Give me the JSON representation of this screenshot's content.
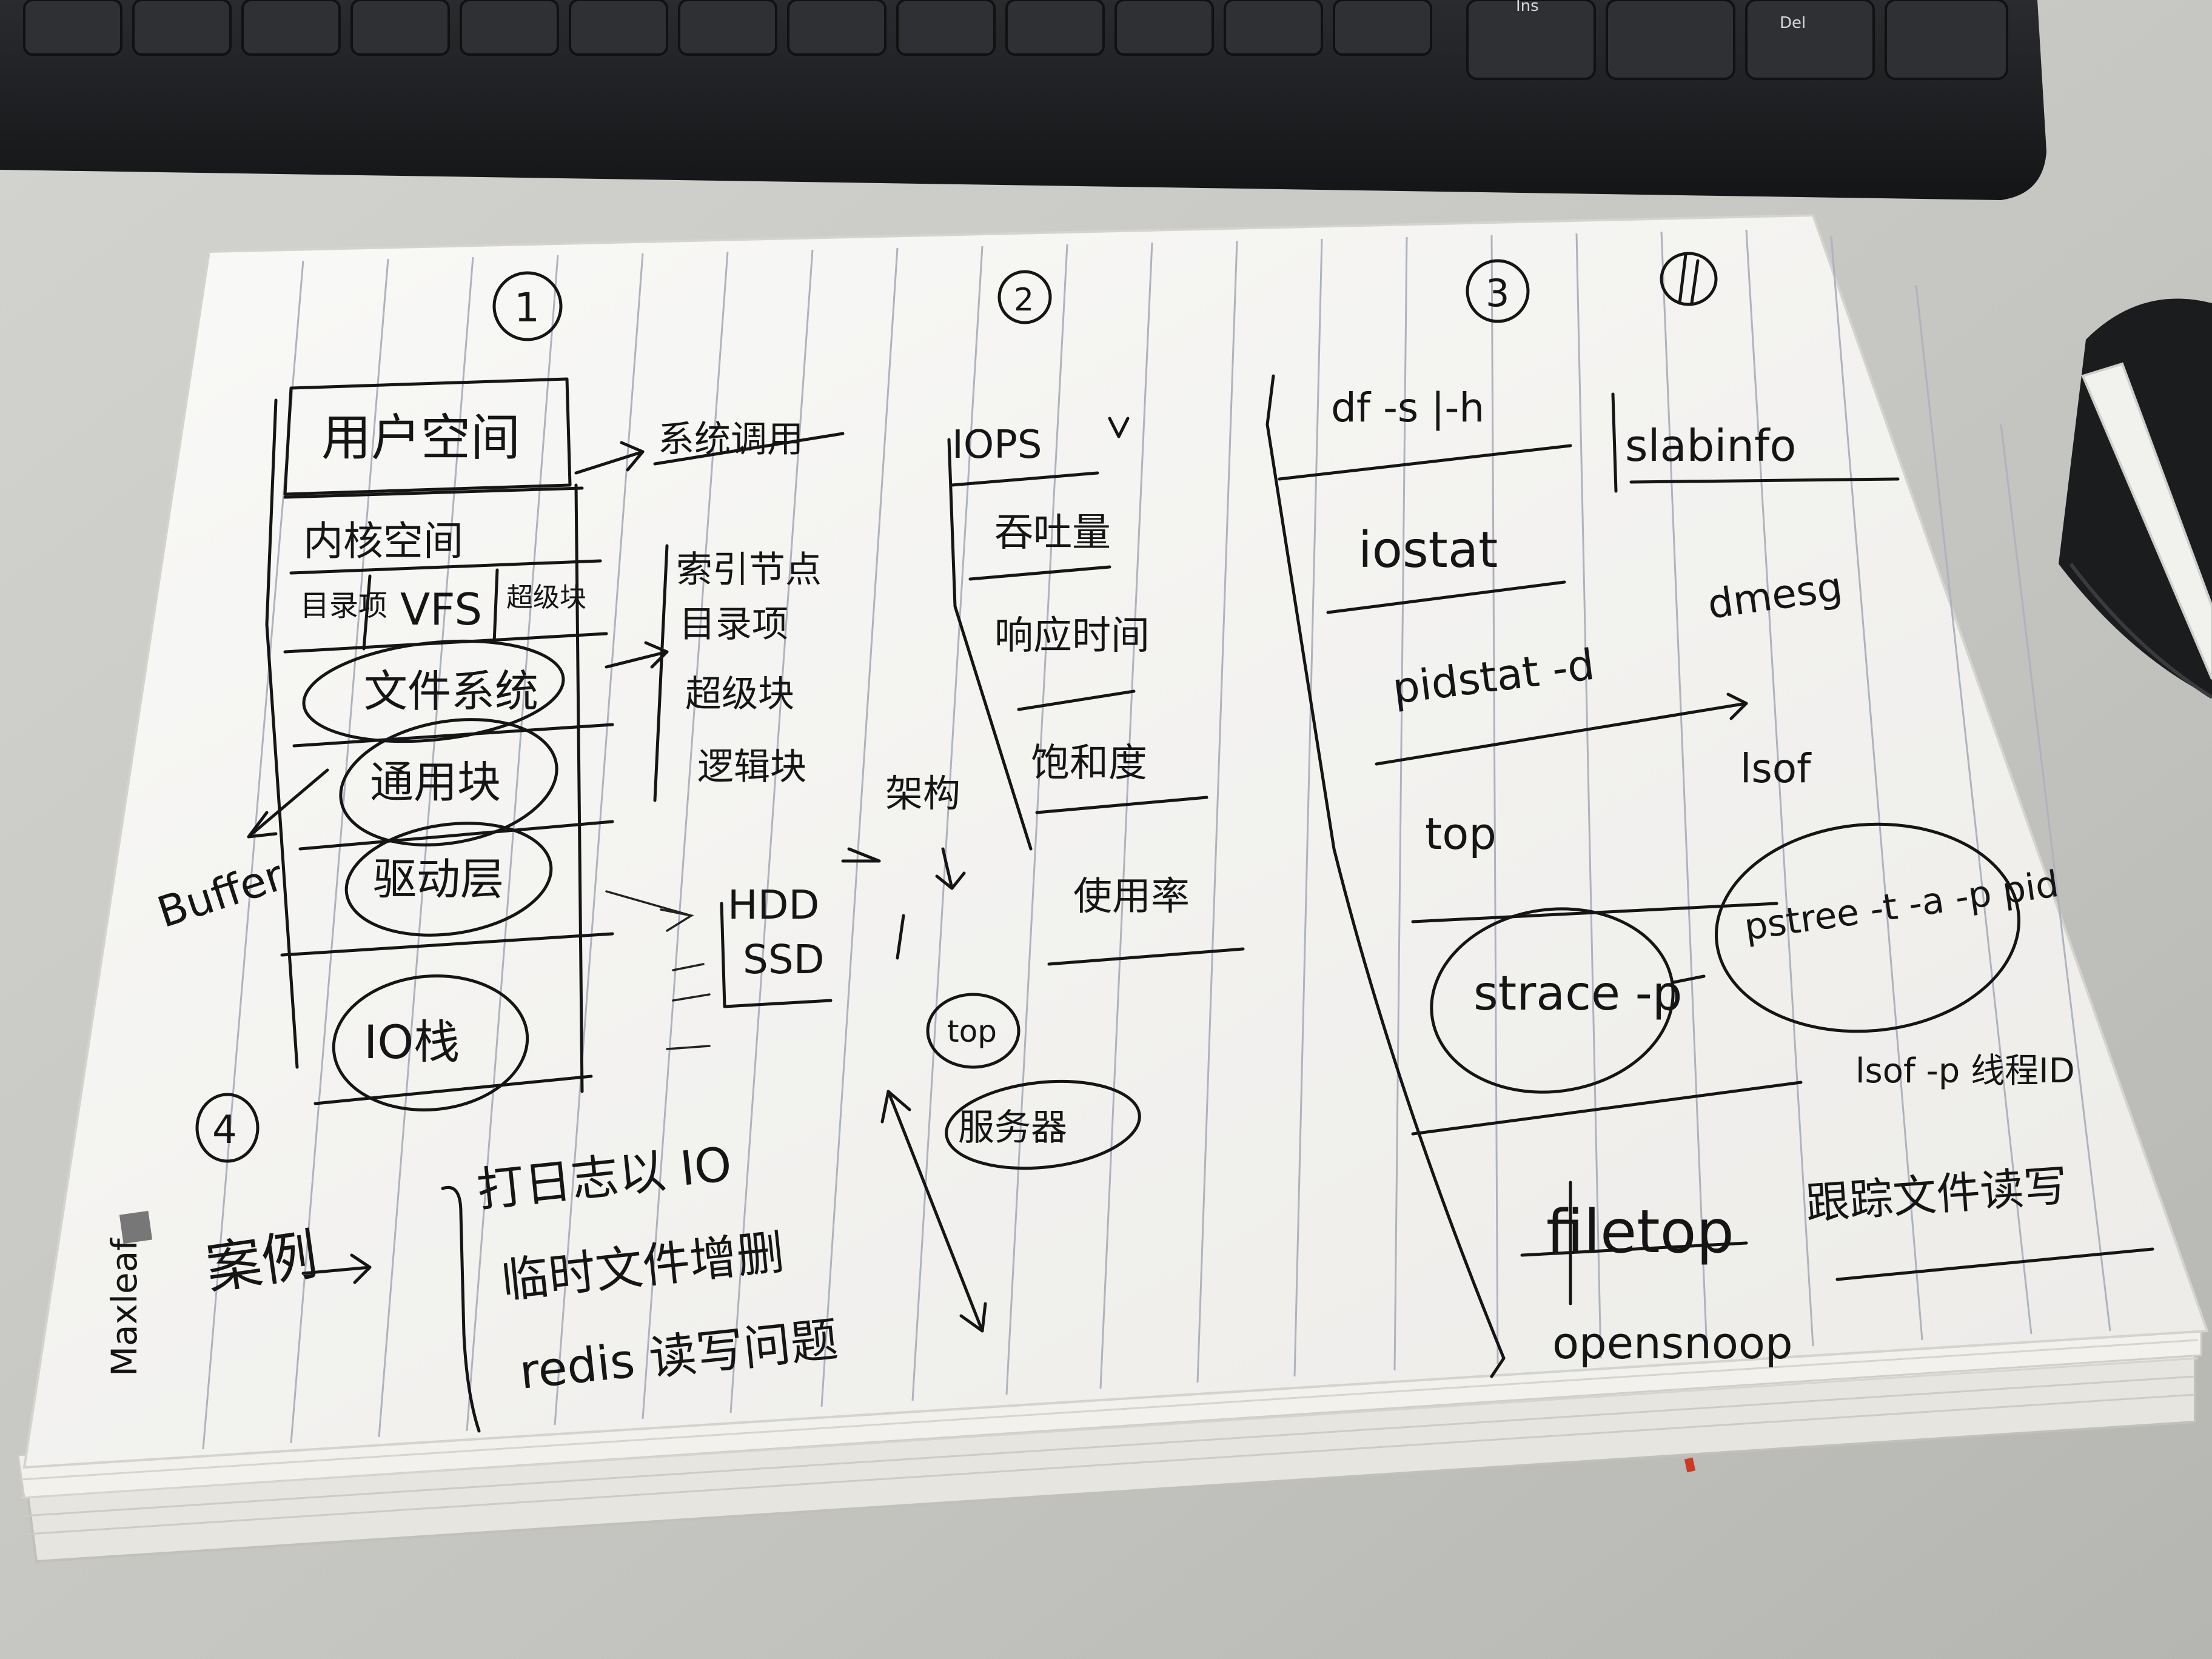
{
  "keyboard": {
    "keys": [
      "Ins",
      "Del"
    ],
    "colors": {
      "body": "#1e1f21",
      "keycap": "#2b2c2f"
    }
  },
  "notebook": {
    "brand": "Maxleaf",
    "paper_color": "#f7f7f5",
    "ink_color": "#151515"
  },
  "notes": {
    "column1": {
      "number": "1",
      "user_space": "用户空间",
      "syscall": "系统调用",
      "kernel": "内核空间",
      "vfs_left": "目录项",
      "vfs": "VFS",
      "vfs_right": "超级块",
      "filesystem": "文件系统",
      "generic_block": "通用块",
      "driver": "驱动层",
      "io_stack": "IO栈",
      "buffer": "Buffer",
      "index_items": [
        "索引节点",
        "目录项",
        "超级块",
        "逻辑块"
      ],
      "devices": [
        "HDD",
        "SSD"
      ]
    },
    "column2": {
      "number": "2",
      "iops": "IOPS",
      "metrics": [
        "吞吐量",
        "响应时间",
        "饱和度",
        "使用率"
      ],
      "arch": "架构",
      "top": "top",
      "server": "服务器"
    },
    "column3": {
      "number": "3",
      "commands": [
        "df -s |-h",
        "iostat",
        "pidstat -d",
        "top",
        "strace -p",
        "filetop",
        "opensnoop"
      ],
      "right_commands": [
        "slabinfo",
        "dmesg",
        "lsof",
        "pstree -t -a -p pid",
        "lsof -p 线程ID"
      ],
      "filetop_note": "跟踪文件读写"
    },
    "column4": {
      "number": "4",
      "case": "案例",
      "items": [
        "打日志以 IO",
        "临时文件增删",
        "redis 读写问题"
      ]
    }
  }
}
